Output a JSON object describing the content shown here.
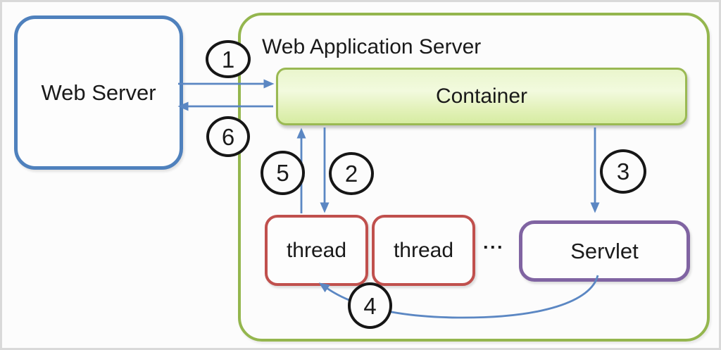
{
  "diagram": {
    "web_server_label": "Web Server",
    "was_title": "Web Application Server",
    "container_label": "Container",
    "thread_labels": [
      "thread",
      "thread"
    ],
    "ellipsis": "···",
    "servlet_label": "Servlet",
    "steps": [
      "1",
      "2",
      "3",
      "4",
      "5",
      "6"
    ],
    "colors": {
      "web_server_border": "#4f81bd",
      "was_border": "#94b64e",
      "container_border": "#9ab953",
      "container_fill_top": "#f2fade",
      "container_fill_bottom": "#d6eca2",
      "thread_border": "#c0504d",
      "servlet_border": "#8064a2",
      "arrow": "#5b87c3",
      "step_circle_border": "#161616",
      "frame_border": "#d9d9d9",
      "background": "#fcfcfc"
    }
  }
}
